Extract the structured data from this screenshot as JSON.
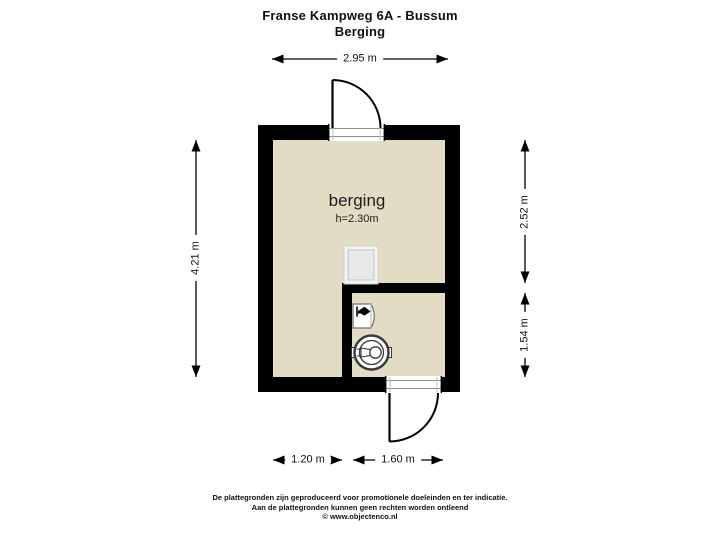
{
  "header": {
    "title": "Franse Kampweg 6A - Bussum",
    "subtitle": "Berging"
  },
  "room": {
    "name": "berging",
    "height_label": "h=2.30m"
  },
  "dimensions": {
    "top_width": "2.95 m",
    "left_height": "4.21 m",
    "right_upper": "2.52 m",
    "right_lower": "1.54 m",
    "bottom_left": "1.20 m",
    "bottom_right": "1.60 m"
  },
  "fixtures": {
    "top_door": "door-swing-out-top",
    "bottom_door": "door-swing-out-bottom",
    "sink": "sink-icon",
    "boiler": "boiler-icon",
    "hatch": "hatch-square"
  },
  "footer": {
    "line1": "De plattegronden zijn geproduceerd voor promotionele doeleinden en ter indicatie.",
    "line2": "Aan de plattegronden kunnen geen rechten worden ontleend",
    "line3": "© www.objectenco.nl"
  },
  "colors": {
    "wall": "#000000",
    "floor": "#e3dcc4",
    "background": "#ffffff",
    "hatch_fill": "#e9e9e9",
    "dimension_text": "#000000"
  }
}
